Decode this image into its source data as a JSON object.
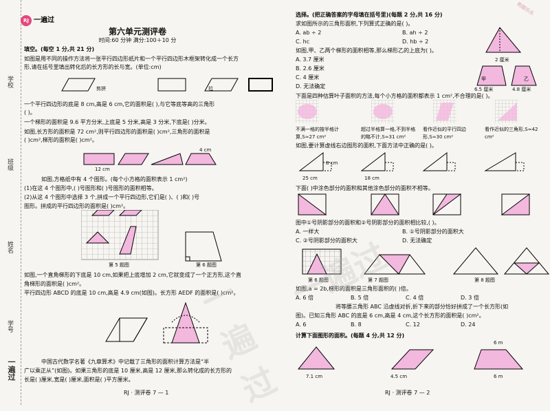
{
  "left": {
    "binding": {
      "school": "学校",
      "class": "班级",
      "name": "姓名",
      "id": "学号",
      "brand_vertical": "一遍过"
    },
    "brand": {
      "badge": "RJ",
      "name": "一遍过"
    },
    "title": "第六单元测评卷",
    "meta": "时间:60 分钟   满分:100＋10 分",
    "section1": "填空。(每空 1 分,共 21 分)",
    "q1_line1": "如图是用不同的操作方法将一张平行四边形纸片和一个平行四边形木框架转化成一个长方",
    "q1_line2": "形,请在括号里填出转化后的长方形的长与宽。(单位:cm)",
    "q1_labels": [
      "剪拼",
      "拉"
    ],
    "q2_line1": "一个平行四边形的底是 8 cm,高是 6 cm,它的面积是(      ),与它等底等高的三角形",
    "q2_line2": "(      )。",
    "q3": "一个梯形的面积是 9.6 平方分米,上底是 5 分米,高是 3 分米,下底是(      )分米。",
    "q4_line1": "如图,长方形的面积是 72 cm²,则平行四边形的面积是(      )cm²,三角形的面积是",
    "q4_line2": "(      )cm²,梯形的面积是(      )cm²。",
    "q4_labels": {
      "top": "4 cm",
      "bottom": "12 cm"
    },
    "q5_line1": "如图,方格纸中有 4 个图形。(每个小方格的面积表示 1 cm²)",
    "q5_line2": "(1)在这 4 个图形中,(      )号图形和(      )号图形的面积相等。",
    "q5_line3": "(2)从这 4 个图形中选择 3 个,拼成一个平行四边形,它们是(      )、(      )和(      )号",
    "q5_line4": "图形。拼成的平行四边形的面积是(      )cm²。",
    "fig5_caption": "第 5 题图",
    "fig6_caption": "第 6 题图",
    "q6_line1": "如图,一个直角梯形的下底是 10 cm,如果把上底增加 2 cm,它就变成了一个正方形,这个直",
    "q6_line2": "角梯形的面积是(      )cm²。",
    "q7": "平行四边形 ABCD 的底是 10 cm,高是 4.9 cm(如图)。长方形 AEDF 的面积是(      )cm²。",
    "q8_line1": "中国古代数学名著《九章算术》中记载了三角形的面积计算方法是“半",
    "q8_line2": "广以乘正从”(如图)。如果三角形的底是 10 厘米,高是 12 厘米,那么转化成的长方形的",
    "q8_line3": "长是(      )厘米,宽是(      )厘米,面积是(      )平方厘米。",
    "footer": "RJ · 测评卷 7 — 1",
    "watermark": "一遍过"
  },
  "right": {
    "section2": "选择。(把正确答案的字母填在括号里)(每题 2 分,共 16 分)",
    "q9": "求如图所示的三角形面积,下列算式正确的是(      )。",
    "q9_options": [
      "A. ab ÷ 2",
      "B. ah ÷ 2",
      "C. hc",
      "D. hb ÷ 2"
    ],
    "q10": "如图,甲、乙两个梯形的面积相等,那么梯形乙的上底为(      )。",
    "q10_options": [
      "A. 3.7 厘米",
      "B. 2.6 厘米",
      "C. 4 厘米",
      "D. 无法确定"
    ],
    "q10_labels": {
      "top": "2 厘米",
      "a": "甲",
      "b": "乙",
      "bl": "6.5 厘米",
      "br": "4.8 厘米"
    },
    "q11": "下面是四种估算叶子面积的方法,每个小方格的面积都表示 1 cm²,不合理的是(      )。",
    "q11_notes": [
      "不满一格的按半格计算,S≈27 cm²",
      "超过半格算一格,不到半格的略不计,S≈31 cm²",
      "看作近似的平行四边形,S≈30 cm²",
      "看作近似的三角形,S≈42 cm²"
    ],
    "q12": "如图,要计算虚线右边图形的面积,下面方法中正确的是(      )。",
    "q12_labels": {
      "a": "25 cm",
      "b": "8 cm",
      "c": "18 cm"
    },
    "q13": "下面(      )中涂色部分的面积和其他涂色部分的面积不相等。",
    "q14": "图中①号阴影部分的面积和②号阴影部分的面积相比较,(      )。",
    "q14_options": [
      "A. 一样大",
      "B. ①号阴影部分的面积大",
      "C. ②号阴影部分的面积大",
      "D. 无法确定"
    ],
    "fig6b": "第 6 题图",
    "fig7": "第 7 题图",
    "fig8": "第 8 题图",
    "q15": "如图,a = 2b,梯形的面积是三角形面积的(      )倍。",
    "q15_options": [
      "A. 6 倍",
      "B. 5 倍",
      "C. 4 倍",
      "D. 3 倍"
    ],
    "q16_line1": "将等腰三角形 ABC 沿虚线对折,折下来的部分恰好拼成了一个长方形(如",
    "q16_line2": "图)。已知三角形 ABC 的底是 6 cm,高是 4 cm,这个长方形的面积是(      )cm²。",
    "q16_options": [
      "A. 6",
      "B. 8",
      "C. 12",
      "D. 24"
    ],
    "section3": "计算下面图形的面积。(每题 4 分,共 12 分)",
    "calc_labels": {
      "a": "7.1 cm",
      "b": "4.5 cm",
      "c": "6 m",
      "d": "6 m"
    },
    "footer": "RJ · 测评卷 7 — 2",
    "watermark": "一遍过",
    "corner": "刷题乐乐"
  }
}
